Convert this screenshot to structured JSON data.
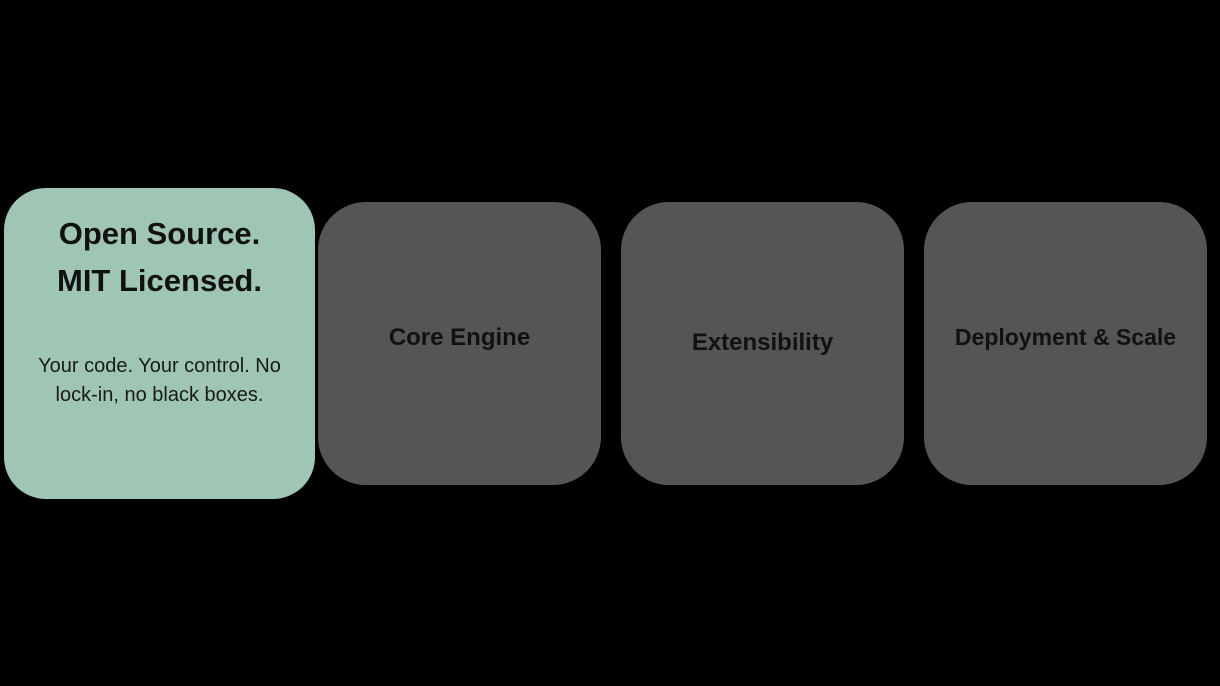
{
  "colors": {
    "background": "#000000",
    "active_card": "#9ec6b2",
    "inactive_card": "#555555",
    "text": "#111111"
  },
  "cards": [
    {
      "title_line1": "Open Source.",
      "title_line2": "MIT Licensed.",
      "description": "Your code. Your control. No lock-in, no black boxes.",
      "active": true
    },
    {
      "label": "Core Engine",
      "active": false
    },
    {
      "label": "Extensibility",
      "active": false
    },
    {
      "label": "Deployment & Scale",
      "active": false
    }
  ]
}
